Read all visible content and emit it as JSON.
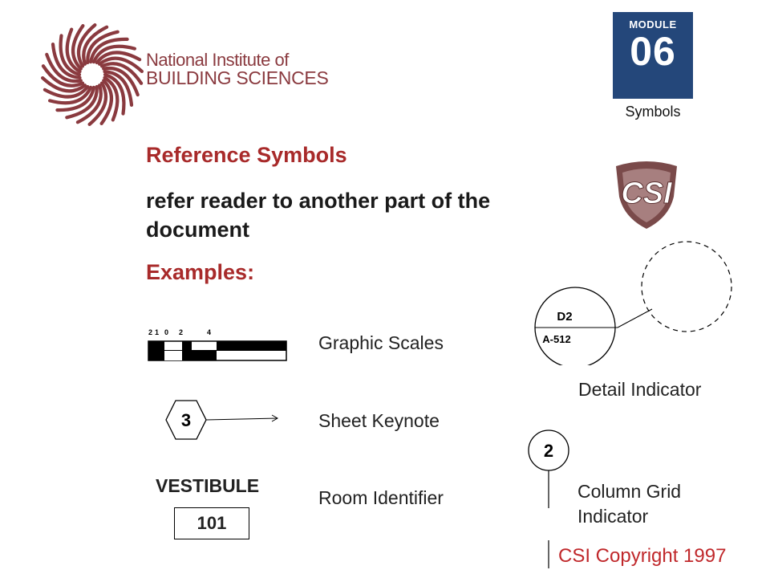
{
  "logo": {
    "line1": "National Institute of",
    "line2": "BUILDING SCIENCES",
    "color": "#8a3a3f"
  },
  "module": {
    "label": "MODULE",
    "number": "06",
    "caption": "Symbols",
    "color": "#24477a"
  },
  "headings": {
    "title": "Reference Symbols",
    "line1": "refer reader to another part of the",
    "line2": "document",
    "examples": "Examples:"
  },
  "csi_logo": {
    "text": "CSI",
    "color": "#7a4a4a"
  },
  "graphic_scale": {
    "ticks": [
      "2",
      "1",
      "0",
      "2",
      "4"
    ],
    "label": "Graphic Scales"
  },
  "sheet_keynote": {
    "value": "3",
    "label": "Sheet Keynote"
  },
  "room_identifier": {
    "name": "VESTIBULE",
    "number": "101",
    "label": "Room Identifier"
  },
  "detail_indicator": {
    "top": "D2",
    "bottom": "A-512",
    "label": "Detail Indicator"
  },
  "column_grid": {
    "value": "2",
    "label_line1": "Column Grid",
    "label_line2": "Indicator"
  },
  "copyright": "CSI Copyright 1997",
  "colors": {
    "red": "#a82a2a",
    "copyright": "#c0282b"
  }
}
